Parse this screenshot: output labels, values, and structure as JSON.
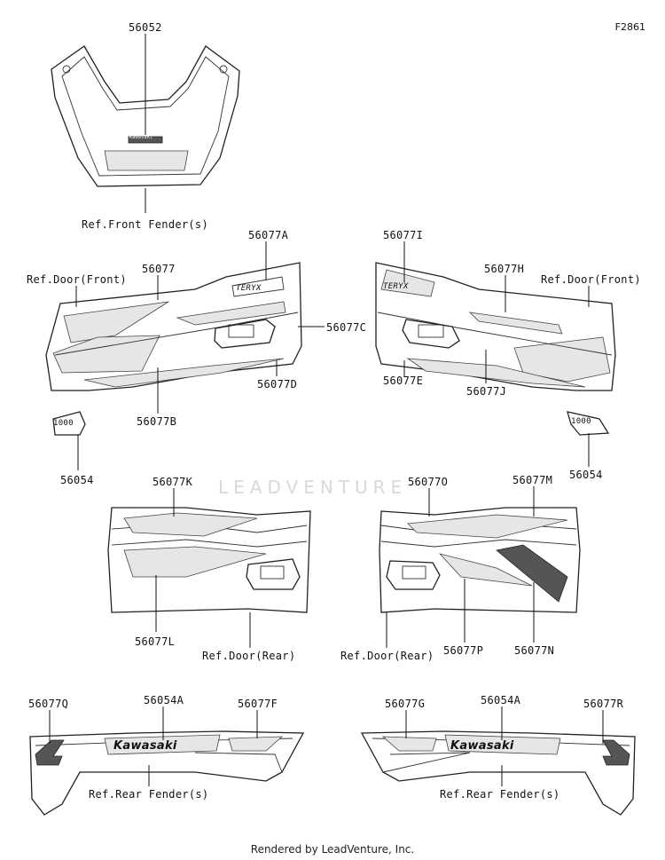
{
  "figure_code": "F2861",
  "watermark": "LEADVENTURE",
  "footer": "Rendered by LeadVenture, Inc.",
  "labels": {
    "p56052": "56052",
    "front_fender": "Ref.Front Fender(s)",
    "p56077A": "56077A",
    "p56077": "56077",
    "door_front_left": "Ref.Door(Front)",
    "p56077C": "56077C",
    "p56077D": "56077D",
    "p56077B": "56077B",
    "p56054_left": "56054",
    "p56077I": "56077I",
    "p56077H": "56077H",
    "door_front_right": "Ref.Door(Front)",
    "p56077E": "56077E",
    "p56077J": "56077J",
    "p56054_right": "56054",
    "p56077K": "56077K",
    "p56077L": "56077L",
    "door_rear_left": "Ref.Door(Rear)",
    "p56077O": "56077O",
    "p56077M": "56077M",
    "door_rear_right": "Ref.Door(Rear)",
    "p56077P": "56077P",
    "p56077N": "56077N",
    "p56077Q": "56077Q",
    "p56054A_left": "56054A",
    "p56077F": "56077F",
    "rear_fender_left": "Ref.Rear Fender(s)",
    "p56077G": "56077G",
    "p56054A_right": "56054A",
    "p56077R": "56077R",
    "rear_fender_right": "Ref.Rear Fender(s)"
  },
  "decals": {
    "brand": "Kawasaki",
    "model": "TERYX",
    "badge": "1000"
  }
}
